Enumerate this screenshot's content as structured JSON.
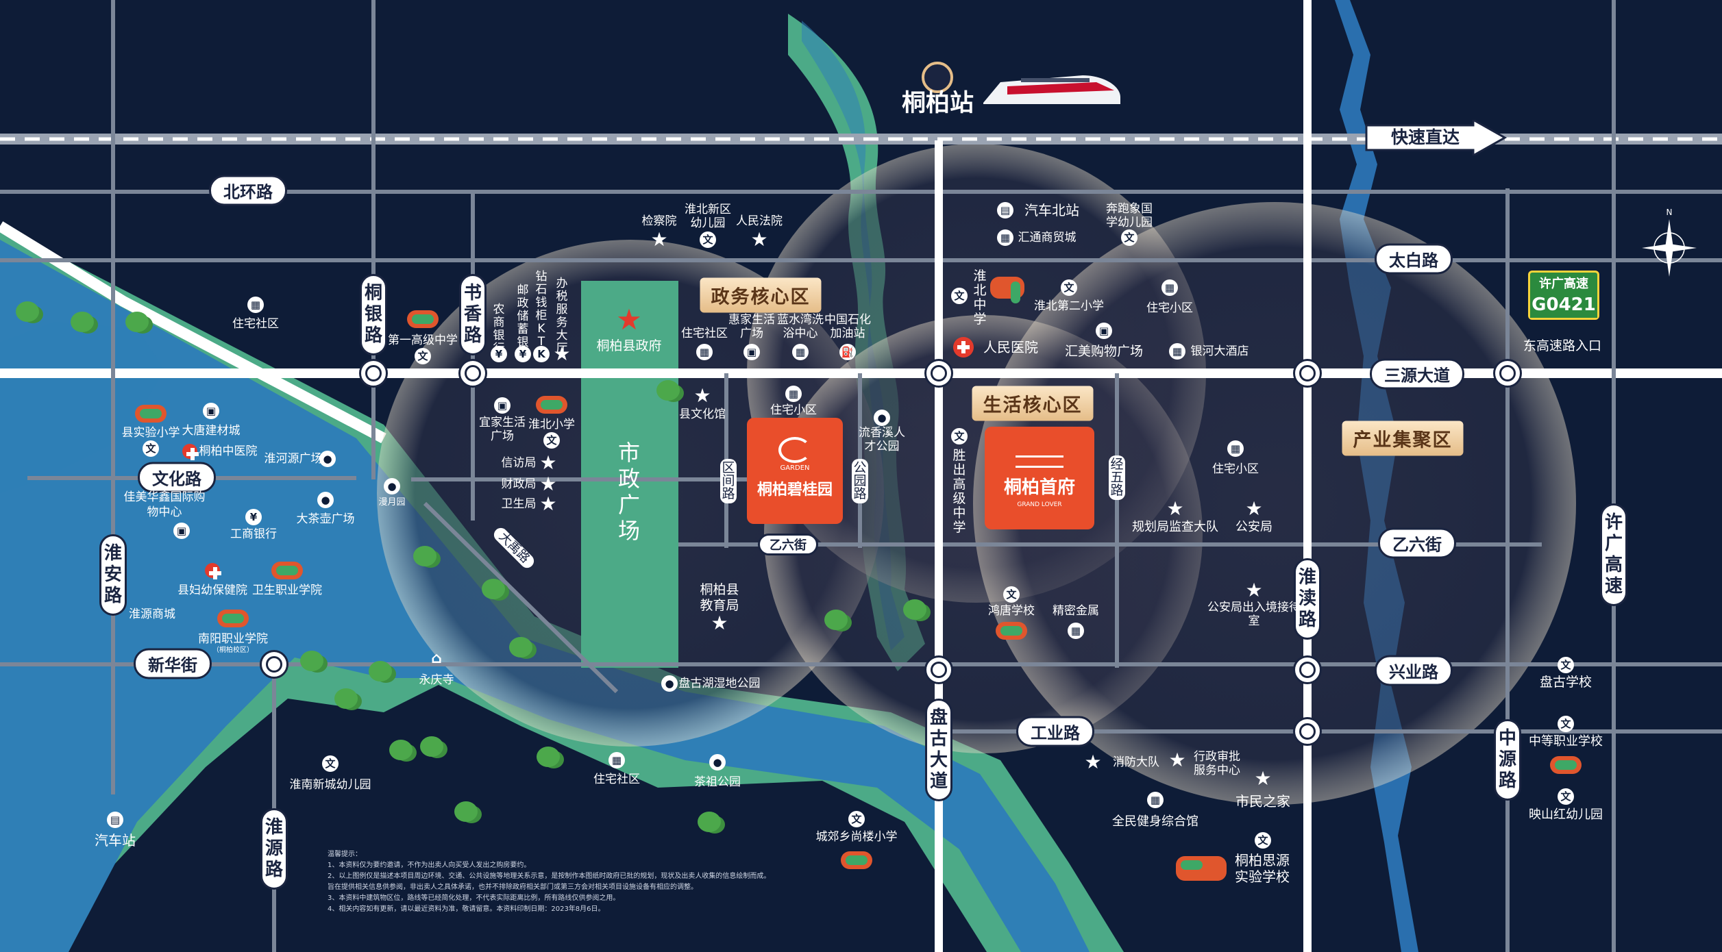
{
  "map": {
    "station": "桐柏站",
    "express_label": "快速直达",
    "zones": {
      "government": "政务核心区",
      "life": "生活核心区",
      "industry": "产业集聚区"
    },
    "projects": {
      "biguiyuan": "桐柏碧桂园",
      "biguiyuan_en": "GARDEN",
      "shoufu": "桐柏首府",
      "shoufu_en": "GRAND LOVER"
    },
    "plaza": "市政广场",
    "highway": {
      "name": "许广高速",
      "code": "G0421",
      "entrance": "东高速路入口"
    },
    "roads_h": [
      "北环路",
      "太白路",
      "三源大道",
      "文化路",
      "乙六街",
      "乙六街",
      "新华街",
      "兴业路",
      "工业路"
    ],
    "roads_v": [
      "桐银路",
      "书香路",
      "淮北中学",
      "淮安路",
      "淮源路",
      "盘古大道",
      "淮渎路",
      "中源路",
      "许广高速",
      "区间路",
      "公园路",
      "经五路"
    ],
    "diagonal_road": "大禹路",
    "pois": {
      "zhuzhai_1": "住宅社区",
      "diyi_gaoji": "第一高级中学",
      "xian_shiyan": "县实验小学",
      "datang_jiancai": "大唐建材城",
      "tongbai_zhongyi": "桐柏中医院",
      "huaiheyuan": "淮河源广场",
      "jiamei_huaxin": "佳美华鑫国际购物中心",
      "gongshang": "工商银行",
      "dachahu": "大茶壶广场",
      "manyue": "漫月园",
      "fuyou": "县妇幼保健院",
      "weisheng_zhiye": "卫生职业学院",
      "huaiyuan_shangcheng": "淮源商城",
      "nanyang_zhiye": "南阳职业学院",
      "nanyang_zhiye_sub": "（桐柏校区）",
      "yongqing": "永庆寺",
      "huainan_youer": "淮南新城幼儿园",
      "qichezhan": "汽车站",
      "jianchayuan": "检察院",
      "huaibei_youer": "淮北新区幼儿园",
      "renmin_fayuan": "人民法院",
      "nongshang": "农商银行",
      "youzheng": "邮政储蓄银行",
      "zuanshi_ktv": "钻石钱柜KTV",
      "banshi_dating": "办税服务大厅",
      "xianzhengfu": "桐柏县政府",
      "zhuzhai_2": "住宅社区",
      "huijia": "惠家生活广场",
      "lanshuiwan": "蓝水湾洗浴中心",
      "zhongguo_shihua": "中国石化加油站",
      "yijia": "宜家生活广场",
      "huaibei_xiaoxue": "淮北小学",
      "xinfang": "信访局",
      "caizheng": "财政局",
      "weisheng": "卫生局",
      "wenhuaguan": "县文化馆",
      "zhuzhai_3": "住宅小区",
      "liuxiangxi": "流香溪人才公园",
      "jiaoyuju": "桐柏县教育局",
      "panguhu": "盘古湖湿地公园",
      "zhuzhai_4": "住宅社区",
      "chazu": "茶祖公园",
      "chengjiao": "城郊乡尚楼小学",
      "qiche_bei": "汽车北站",
      "huitong": "汇通商贸城",
      "benpaoxiang": "奔跑象国学幼儿园",
      "huaibei_er": "淮北第二小学",
      "zhuzhai_5": "住宅小区",
      "renmin_yiyuan": "人民医院",
      "huimei": "汇美购物广场",
      "yinhe": "银河大酒店",
      "shengchu": "胜出高级中学",
      "zhuzhai_6": "住宅小区",
      "guihua": "规划局监查大队",
      "gonganju": "公安局",
      "crj": "公安局出入境接待室",
      "hongtang": "鸿唐学校",
      "jingmi": "精密金属",
      "xiaofang": "消防大队",
      "xingzheng": "行政审批服务中心",
      "shimin": "市民之家",
      "quanmin": "全民健身综合馆",
      "siyuan": "桐柏思源实验学校",
      "pangu_school": "盘古学校",
      "zhongdeng": "中等职业学校",
      "yingshan": "映山红幼儿园"
    }
  },
  "notes": {
    "title": "温馨提示：",
    "lines": [
      "1、本资料仅为要约邀请，不作为出卖人向买受人发出之购房要约。",
      "2、以上图例仅是描述本项目周边环境、交通、公共设施等地理关系示意，是按制作本图纸时政府已批的规划，现状及出卖人收集的信息绘制而成。",
      "旨在提供相关信息供参阅，非出卖人之具体承诺，也并不排除政府相关部门或第三方会对相关项目设施设备有相应的调整。",
      "3、本资料中建筑物区位，路线等已经简化处理，不代表实际距离比例，所有路线仅供参阅之用。",
      "4、相关内容如有更新，请以最近资料为准，敬请留意。本资料印制日期：2023年8月6日。"
    ]
  },
  "colors": {
    "background": "#0e1c37",
    "river": "#2f7fb6",
    "river_bank": "#55b08e",
    "road": "#7b8698",
    "zone_gold": "#e5bd88",
    "project_red": "#e94e2b",
    "highway_green": "#2b8a3e"
  }
}
